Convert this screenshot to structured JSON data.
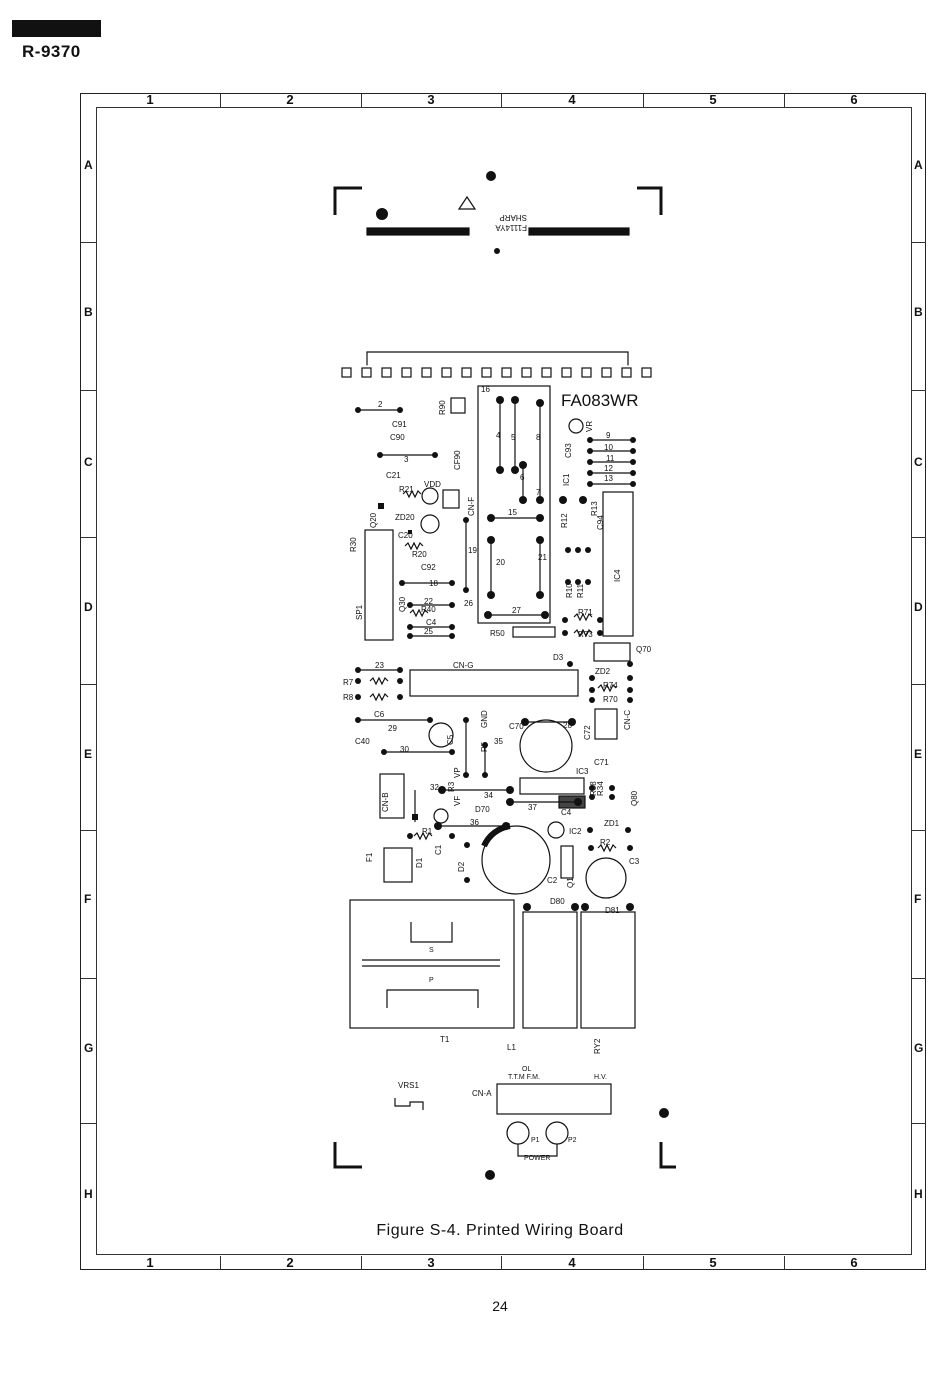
{
  "header": {
    "model": "R-9370"
  },
  "grid": {
    "columns": [
      "1",
      "2",
      "3",
      "4",
      "5",
      "6"
    ],
    "rows": [
      "A",
      "B",
      "C",
      "D",
      "E",
      "F",
      "G",
      "H"
    ]
  },
  "board": {
    "silk": {
      "brand": "SHARP",
      "code": "F1114YA",
      "board_no": "FA083WR"
    },
    "labels": {
      "C91": "C91",
      "C90": "C90",
      "R90": "R90",
      "CF90": "CF90",
      "CN_F": "CN-F",
      "VR": "VR",
      "C93": "C93",
      "IC1": "IC1",
      "C21": "C21",
      "R21": "R21",
      "VDD": "VDD",
      "Q20": "Q20",
      "ZD20": "ZD20",
      "C20": "C20",
      "R20": "R20",
      "R30": "R30",
      "R12": "R12",
      "R13": "R13",
      "C94": "C94",
      "IC4": "IC4",
      "R10": "R10",
      "R11": "R11",
      "C92": "C92",
      "Q30": "Q30",
      "R40": "R40",
      "C4x": "C4",
      "SP1": "SP1",
      "R71": "R71",
      "R73": "R73",
      "R50": "R50",
      "D3": "D3",
      "Q70": "Q70",
      "ZD2": "ZD2",
      "R74": "R74",
      "R70": "R70",
      "CN_G": "CN-G",
      "R7": "R7",
      "R8": "R8",
      "C6": "C6",
      "C40": "C40",
      "C5": "C5",
      "GND": "GND",
      "R5": "R5",
      "C70": "C70",
      "C72": "C72",
      "CN_C": "CN-C",
      "C71": "C71",
      "IC3": "IC3",
      "CN_B": "CN-B",
      "R3": "R3",
      "VP": "VP",
      "VF": "VF",
      "D70": "D70",
      "C4": "C4",
      "R38": "R38",
      "R34": "R34",
      "Q80": "Q80",
      "ZD1": "ZD1",
      "IC2": "IC2",
      "R1": "R1",
      "C1": "C1",
      "D1": "D1",
      "D2": "D2",
      "F1": "F1",
      "R2": "R2",
      "Q1": "Q1",
      "C2": "C2",
      "C3": "C3",
      "D80": "D80",
      "D81": "D81",
      "T1": "T1",
      "S": "S",
      "P": "P",
      "L1": "L1",
      "RY2": "RY2",
      "VRS1": "VRS1",
      "CN_A": "CN-A",
      "OL": "OL",
      "TTM": "T.T.M F.M.",
      "HV": "H.V.",
      "P1": "P1",
      "P2": "P2",
      "POWER": "POWER"
    },
    "jumpers": [
      "2",
      "3",
      "4",
      "5",
      "6",
      "7",
      "8",
      "9",
      "10",
      "11",
      "12",
      "13",
      "15",
      "16",
      "18",
      "19",
      "20",
      "21",
      "22",
      "23",
      "25",
      "26",
      "27",
      "28",
      "29",
      "30",
      "32",
      "34",
      "35",
      "36",
      "37"
    ]
  },
  "caption": "Figure S-4. Printed Wiring Board",
  "page_number": "24"
}
